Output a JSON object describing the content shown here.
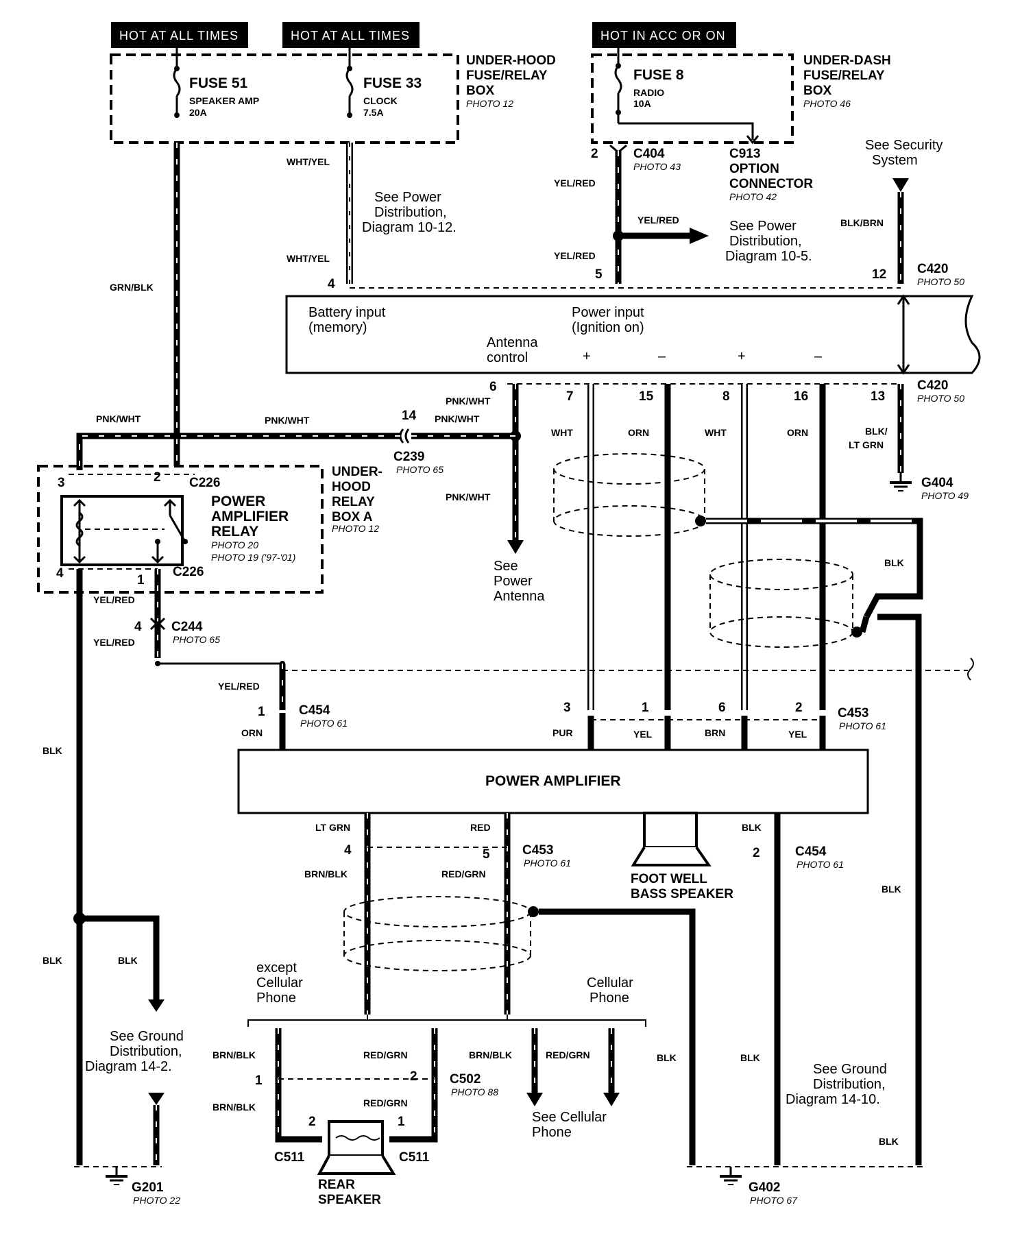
{
  "headers": {
    "hot1": "HOT AT ALL TIMES",
    "hot2": "HOT AT ALL TIMES",
    "hot3": "HOT IN ACC OR ON"
  },
  "under_hood_box": {
    "title1": "UNDER-HOOD",
    "title2": "FUSE/RELAY",
    "title3": "BOX",
    "photo": "PHOTO 12",
    "fuse51": "FUSE 51",
    "fuse51_desc": "SPEAKER AMP",
    "fuse51_amp": "20A",
    "fuse33": "FUSE 33",
    "fuse33_desc": "CLOCK",
    "fuse33_amp": "7.5A"
  },
  "under_dash_box": {
    "title1": "UNDER-DASH",
    "title2": "FUSE/RELAY",
    "title3": "BOX",
    "photo": "PHOTO 46",
    "fuse8": "FUSE 8",
    "fuse8_desc": "RADIO",
    "fuse8_amp": "10A"
  },
  "connectors": {
    "c404": "C404",
    "c404_photo": "PHOTO 43",
    "c913_1": "C913",
    "c913_2": "OPTION",
    "c913_3": "CONNECTOR",
    "c913_photo": "PHOTO 42",
    "c420": "C420",
    "c420_photo": "PHOTO 50",
    "c420b": "C420",
    "c420b_photo": "PHOTO 50",
    "c239": "C239",
    "c239_photo": "PHOTO 65",
    "c226a": "C226",
    "c226b": "C226",
    "c244": "C244",
    "c244_photo": "PHOTO 65",
    "c454": "C454",
    "c454_photo": "PHOTO 61",
    "c453": "C453",
    "c453_photo": "PHOTO 61",
    "c453b": "C453",
    "c453b_photo": "PHOTO 61",
    "c454b": "C454",
    "c454b_photo": "PHOTO 61",
    "c502": "C502",
    "c502_photo": "PHOTO 88",
    "c511a": "C511",
    "c511b": "C511",
    "g404": "G404",
    "g404_photo": "PHOTO 49",
    "g201": "G201",
    "g201_photo": "PHOTO 22",
    "g402": "G402",
    "g402_photo": "PHOTO 67"
  },
  "relay_box": {
    "t1": "UNDER-",
    "t2": "HOOD",
    "t3": "RELAY",
    "t4": "BOX A",
    "photo": "PHOTO 12",
    "relay1": "POWER",
    "relay2": "AMPLIFIER",
    "relay3": "RELAY",
    "relay_photo1": "PHOTO 20",
    "relay_photo2": "PHOTO 19 ('97-'01)"
  },
  "radio_unit": {
    "batt1": "Battery input",
    "batt2": "(memory)",
    "pwr1": "Power input",
    "pwr2": "(Ignition on)",
    "ant1": "Antenna",
    "ant2": "control",
    "plus1": "+",
    "minus1": "–",
    "plus2": "+",
    "minus2": "–"
  },
  "amplifier": {
    "label": "POWER AMPLIFIER"
  },
  "speakers": {
    "bass1": "FOOT WELL",
    "bass2": "BASS SPEAKER",
    "rear1": "REAR",
    "rear2": "SPEAKER"
  },
  "wires": {
    "wht_yel_1": "WHT/YEL",
    "wht_yel_2": "WHT/YEL",
    "grn_blk": "GRN/BLK",
    "yel_red_1": "YEL/RED",
    "yel_red_2": "YEL/RED",
    "yel_red_3": "YEL/RED",
    "blk_brn": "BLK/BRN",
    "pnk_wht_1": "PNK/WHT",
    "pnk_wht_2": "PNK/WHT",
    "pnk_wht_3": "PNK/WHT",
    "pnk_wht_4": "PNK/WHT",
    "wht_1": "WHT",
    "orn_1": "ORN",
    "wht_2": "WHT",
    "orn_2": "ORN",
    "blk_ltgrn_1": "BLK/",
    "blk_ltgrn_2": "LT GRN",
    "blk_1": "BLK",
    "yel_red_4": "YEL/RED",
    "yel_red_5": "YEL/RED",
    "yel_red_6": "YEL/RED",
    "orn_3": "ORN",
    "pur": "PUR",
    "yel_1": "YEL",
    "brn": "BRN",
    "yel_2": "YEL",
    "blk_2": "BLK",
    "lt_grn": "LT GRN",
    "red": "RED",
    "blk_3": "BLK",
    "brn_blk_1": "BRN/BLK",
    "red_grn_1": "RED/GRN",
    "blk_4": "BLK",
    "blk_5": "BLK",
    "blk_6": "BLK",
    "brn_blk_2": "BRN/BLK",
    "red_grn_2": "RED/GRN",
    "brn_blk_3": "BRN/BLK",
    "red_grn_3": "RED/GRN",
    "blk_7": "BLK",
    "blk_8": "BLK",
    "brn_blk_4": "BRN/BLK",
    "red_grn_4": "RED/GRN",
    "blk_9": "BLK"
  },
  "pins": {
    "p2_c404": "2",
    "p4": "4",
    "p5": "5",
    "p12": "12",
    "p6": "6",
    "p7": "7",
    "p15": "15",
    "p8": "8",
    "p16": "16",
    "p13": "13",
    "p14": "14",
    "p3_relay": "3",
    "p2_relay": "2",
    "p4_relay": "4",
    "p1_relay": "1",
    "p4_c244": "4",
    "p1_c454": "1",
    "p3_c453": "3",
    "p1_c453": "1",
    "p6_c453": "6",
    "p2_c453": "2",
    "p4_c453b": "4",
    "p5_c453b": "5",
    "p2_c454b": "2",
    "p1_c502": "1",
    "p2_c502": "2",
    "p2_c511": "2",
    "p1_c511": "1"
  },
  "notes": {
    "sec1": "See Security",
    "sec2": "System",
    "pd1_1": "See Power",
    "pd1_2": "Distribution,",
    "pd1_3": "Diagram 10-12.",
    "pd2_1": "See Power",
    "pd2_2": "Distribution,",
    "pd2_3": "Diagram 10-5.",
    "ant1": "See",
    "ant2": "Power",
    "ant3": "Antenna",
    "gd1_1": "See Ground",
    "gd1_2": "Distribution,",
    "gd1_3": "Diagram 14-2.",
    "gd2_1": "See Ground",
    "gd2_2": "Distribution,",
    "gd2_3": "Diagram 14-10.",
    "cell1": "See Cellular",
    "cell2": "Phone",
    "exc1": "except",
    "exc2": "Cellular",
    "exc3": "Phone",
    "cp1": "Cellular",
    "cp2": "Phone"
  }
}
